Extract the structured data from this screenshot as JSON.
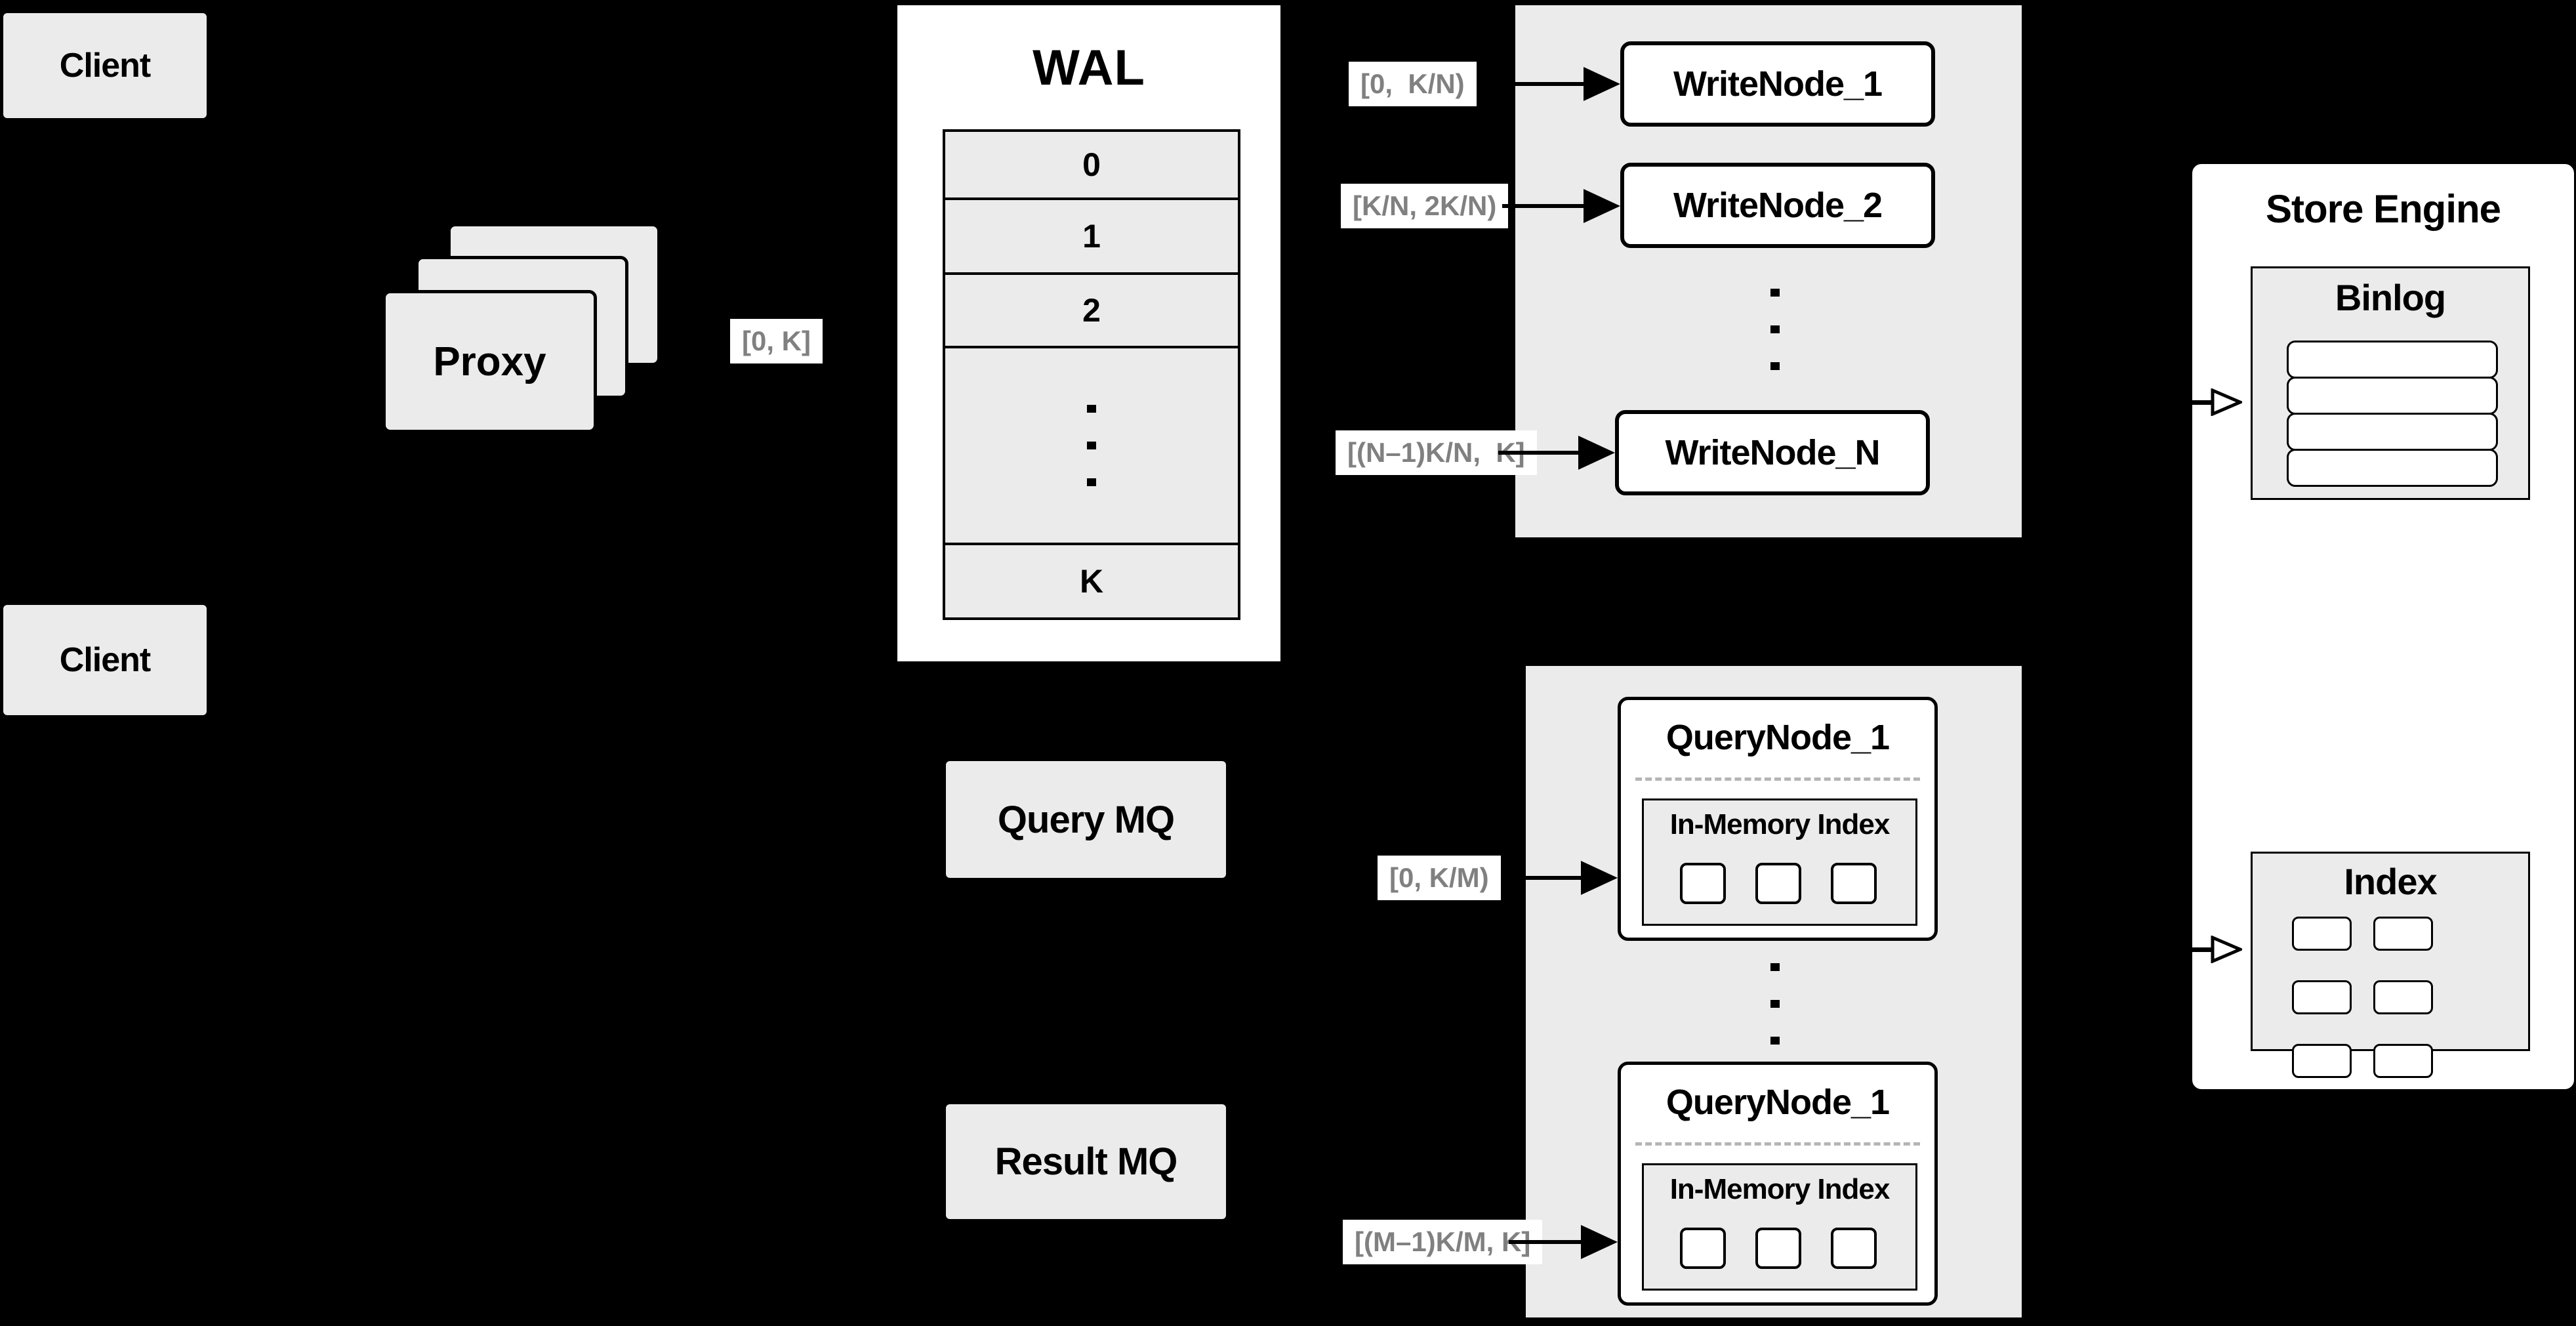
{
  "colors": {
    "background": "#000000",
    "panel_fill": "#ebebeb",
    "box_fill": "#ffffff",
    "line": "#000000",
    "range_label_text": "#808080"
  },
  "clients": {
    "top_label": "Client",
    "bottom_label": "Client"
  },
  "proxy": {
    "label": "Proxy",
    "stack_count": 3
  },
  "range_labels": {
    "proxy_to_wal": "[0, K]",
    "to_write_node_1": "[0,  K/N)",
    "to_write_node_2": "[K/N, 2K/N)",
    "to_write_node_n": "[(N–1)K/N,  K]",
    "to_query_node_1": "[0, K/M)",
    "to_query_node_m": "[(M–1)K/M, K]"
  },
  "wal": {
    "title": "WAL",
    "rows": [
      "0",
      "1",
      "2"
    ],
    "last_row": "K"
  },
  "write_nodes": {
    "node_1": "WriteNode_1",
    "node_2": "WriteNode_2",
    "node_n": "WriteNode_N"
  },
  "mq": {
    "query_label": "Query MQ",
    "result_label": "Result MQ"
  },
  "query_nodes": {
    "node_top": {
      "title": "QueryNode_1",
      "index_title": "In-Memory Index",
      "cell_count": 3
    },
    "node_bottom": {
      "title": "QueryNode_1",
      "index_title": "In-Memory Index",
      "cell_count": 3
    }
  },
  "store_engine": {
    "title": "Store Engine",
    "binlog": {
      "title": "Binlog",
      "row_count": 4
    },
    "index": {
      "title": "Index",
      "cell_count": 6
    }
  },
  "ellipsis": {
    "count": 3
  }
}
